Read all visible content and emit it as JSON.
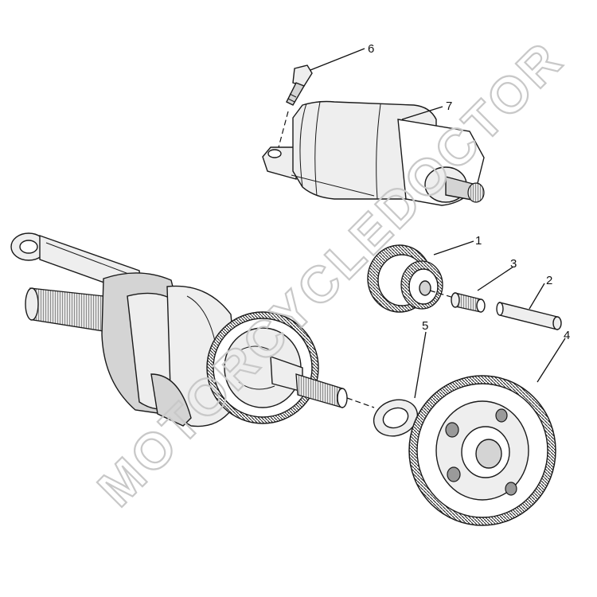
{
  "callouts": [
    {
      "id": "callout-1",
      "text": "1"
    },
    {
      "id": "callout-2",
      "text": "2"
    },
    {
      "id": "callout-3",
      "text": "3"
    },
    {
      "id": "callout-4",
      "text": "4"
    },
    {
      "id": "callout-5",
      "text": "5"
    },
    {
      "id": "callout-6",
      "text": "6"
    },
    {
      "id": "callout-7",
      "text": "7"
    }
  ],
  "watermark": "MOTORCYCLEDOCTOR"
}
